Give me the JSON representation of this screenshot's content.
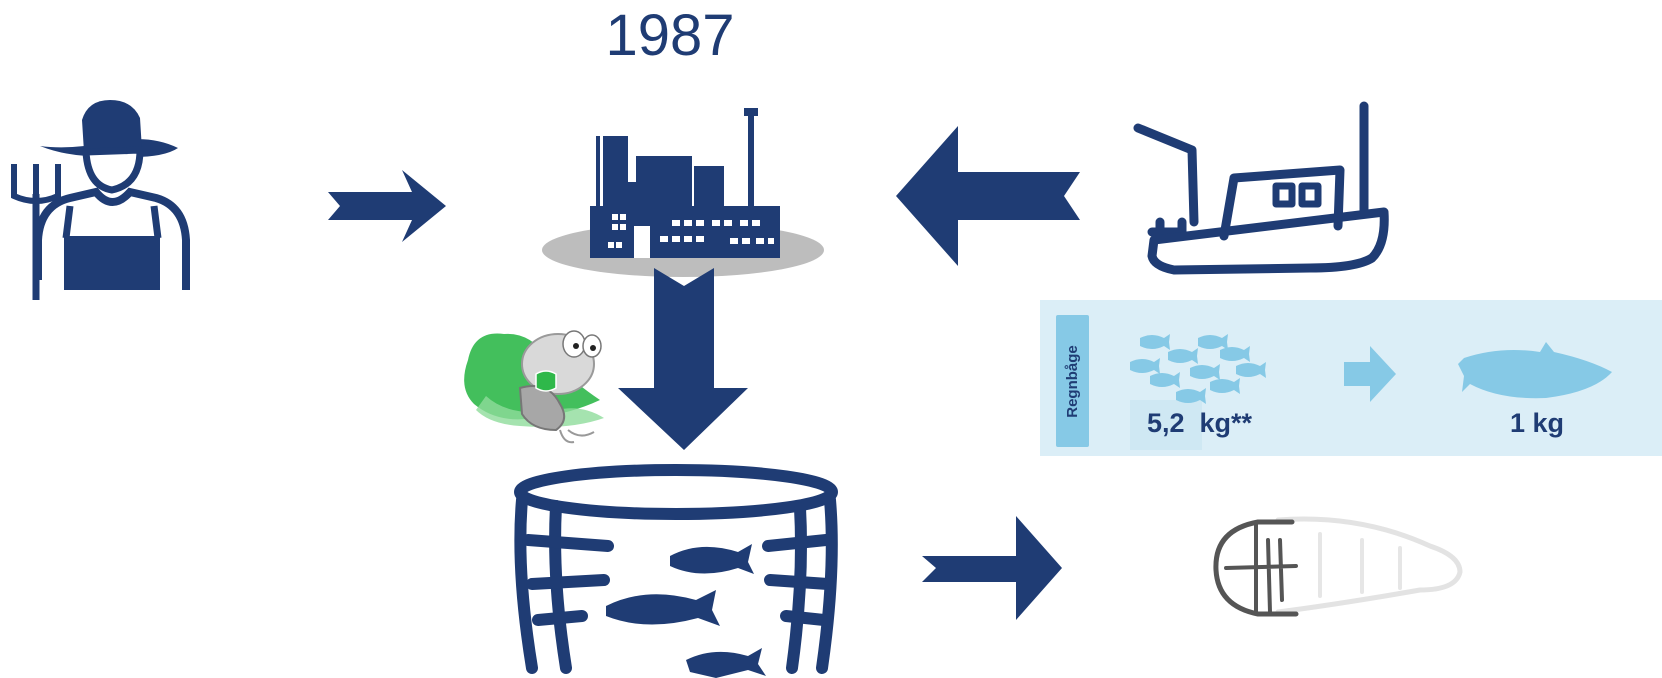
{
  "diagram": {
    "year": "1987",
    "feed_ratio": {
      "species": "Regnbåge",
      "input_weight": "5,2  kg**",
      "output_weight": "1 kg"
    }
  },
  "colors": {
    "navy": "#1f3c74",
    "light_blue": "#86c9e6",
    "panel_bg": "#dbeef7",
    "gray_base": "#bdbdbd",
    "mascot_green": "#2fb84a"
  },
  "icons": [
    "farmer-icon",
    "factory-icon",
    "fishing-boat-icon",
    "fish-pen-icon",
    "mascot-image",
    "fillet-icon",
    "fish-school-icon",
    "fish-icon"
  ]
}
